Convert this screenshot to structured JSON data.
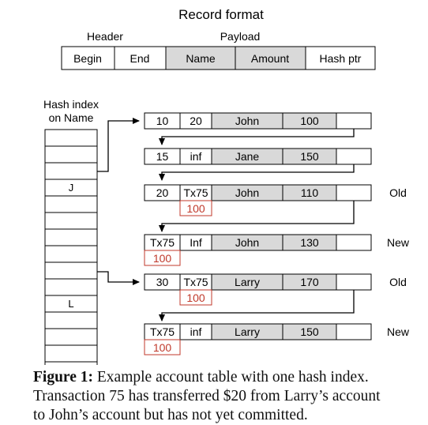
{
  "record_format": {
    "title": "Record format",
    "header_label": "Header",
    "payload_label": "Payload",
    "fields": [
      "Begin",
      "End",
      "Name",
      "Amount",
      "Hash ptr"
    ]
  },
  "hash_index": {
    "title_line1": "Hash index",
    "title_line2": "on Name",
    "buckets": [
      "",
      "",
      "",
      "J",
      "",
      "",
      "",
      "",
      "",
      "",
      "L",
      "",
      "",
      "",
      ""
    ]
  },
  "records": [
    {
      "begin": "10",
      "end": "20",
      "name": "John",
      "amount": "100",
      "tag": "",
      "note": ""
    },
    {
      "begin": "15",
      "end": "inf",
      "name": "Jane",
      "amount": "150",
      "tag": "",
      "note": ""
    },
    {
      "begin": "20",
      "end": "Tx75",
      "name": "John",
      "amount": "110",
      "tag": "Old",
      "note": "100"
    },
    {
      "begin": "Tx75",
      "end": "Inf",
      "name": "John",
      "amount": "130",
      "tag": "New",
      "note": "100"
    },
    {
      "begin": "30",
      "end": "Tx75",
      "name": "Larry",
      "amount": "170",
      "tag": "Old",
      "note": "100"
    },
    {
      "begin": "Tx75",
      "end": "inf",
      "name": "Larry",
      "amount": "150",
      "tag": "New",
      "note": "100"
    }
  ],
  "caption": {
    "label": "Figure 1:",
    "line1": " Example account table with one hash index.",
    "line2": "Transaction 75 has transferred $20 from Larry’s account",
    "line3": "to John’s account but has not yet committed."
  },
  "colors": {
    "payload_fill": "#d9d9d9",
    "note_red": "#c0392b",
    "stroke": "#000000"
  }
}
